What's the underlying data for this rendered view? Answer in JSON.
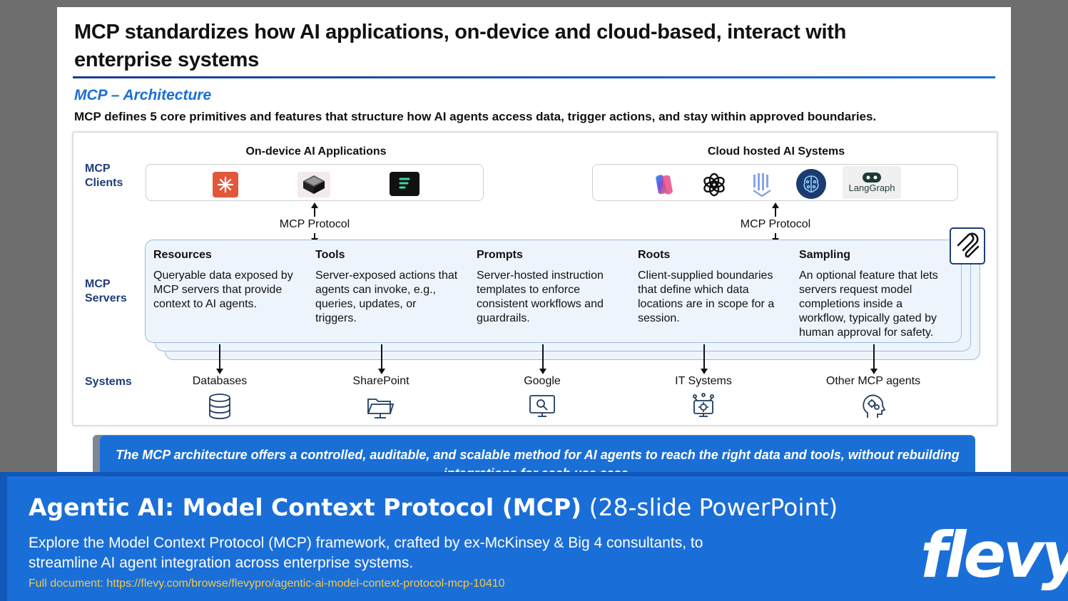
{
  "slide": {
    "title": "MCP standardizes how AI applications, on-device and cloud-based, interact with enterprise systems",
    "section_heading": "MCP – Architecture",
    "lead_text": "MCP defines 5 core primitives and features that structure how AI agents access data, trigger actions, and stay within approved boundaries."
  },
  "diagram": {
    "on_device_label": "On-device AI Applications",
    "cloud_label": "Cloud hosted AI Systems",
    "row_labels": {
      "clients": "MCP Clients",
      "servers": "MCP Servers",
      "systems": "Systems"
    },
    "protocol_label": "MCP Protocol",
    "on_device_logos": [
      "claude-icon",
      "cube-app-icon",
      "cursor-app-icon"
    ],
    "cloud_logos": [
      "copilot-icon",
      "openai-icon",
      "llamaindex-icon",
      "ai-brain-icon",
      "langgraph-icon"
    ],
    "langgraph_text": "LangGraph",
    "primitives": [
      {
        "title": "Resources",
        "description": "Queryable data exposed by MCP servers that provide context to AI agents."
      },
      {
        "title": "Tools",
        "description": "Server-exposed actions that agents can invoke, e.g., queries, updates, or triggers."
      },
      {
        "title": "Prompts",
        "description": "Server-hosted instruction templates to enforce consistent workflows and guardrails."
      },
      {
        "title": "Roots",
        "description": "Client-supplied boundaries that define which data locations are in scope for a session."
      },
      {
        "title": "Sampling",
        "description": "An optional feature that lets servers request model completions inside a workflow, typically gated by human approval for safety."
      }
    ],
    "systems": [
      {
        "label": "Databases",
        "icon": "database-icon"
      },
      {
        "label": "SharePoint",
        "icon": "folder-icon"
      },
      {
        "label": "Google",
        "icon": "search-monitor-icon"
      },
      {
        "label": "IT Systems",
        "icon": "it-gear-icon"
      },
      {
        "label": "Other MCP agents",
        "icon": "agent-head-icon"
      }
    ]
  },
  "callout": {
    "text": "The MCP architecture offers a controlled, auditable, and scalable method for AI agents to reach the right data and tools, without rebuilding integrations for each use case."
  },
  "banner": {
    "title_bold": "Agentic AI: Model Context Protocol (MCP)",
    "title_light": "(28-slide PowerPoint)",
    "description": "Explore the Model Context Protocol (MCP) framework, crafted by ex-McKinsey & Big 4 consultants, to streamline AI agent integration across enterprise systems.",
    "link": "Full document: https://flevy.com/browse/flevypro/agentic-ai-model-context-protocol-mcp-10410",
    "logo_text": "flevy"
  }
}
